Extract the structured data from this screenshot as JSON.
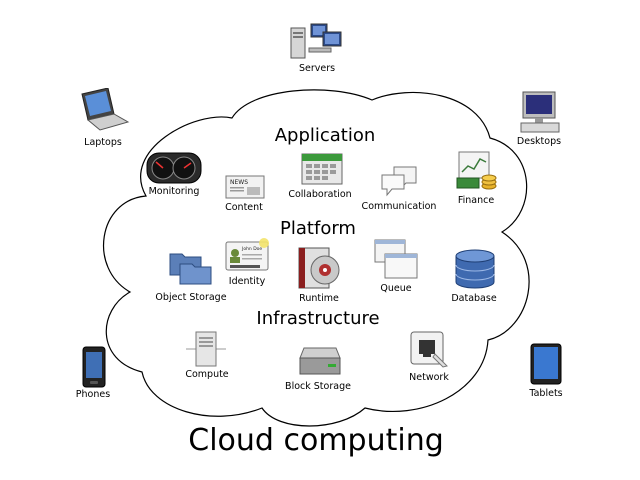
{
  "title": "Cloud computing",
  "sections": {
    "application": "Application",
    "platform": "Platform",
    "infrastructure": "Infrastructure"
  },
  "devices": {
    "servers": "Servers",
    "laptops": "Laptops",
    "desktops": "Desktops",
    "phones": "Phones",
    "tablets": "Tablets"
  },
  "application_items": {
    "monitoring": "Monitoring",
    "content": "Content",
    "collaboration": "Collaboration",
    "communication": "Communication",
    "finance": "Finance"
  },
  "platform_items": {
    "object_storage": "Object Storage",
    "identity": "Identity",
    "runtime": "Runtime",
    "queue": "Queue",
    "database": "Database"
  },
  "infrastructure_items": {
    "compute": "Compute",
    "block_storage": "Block Storage",
    "network": "Network"
  },
  "identity_card_name": "John Doe",
  "news_text": "NEWS"
}
